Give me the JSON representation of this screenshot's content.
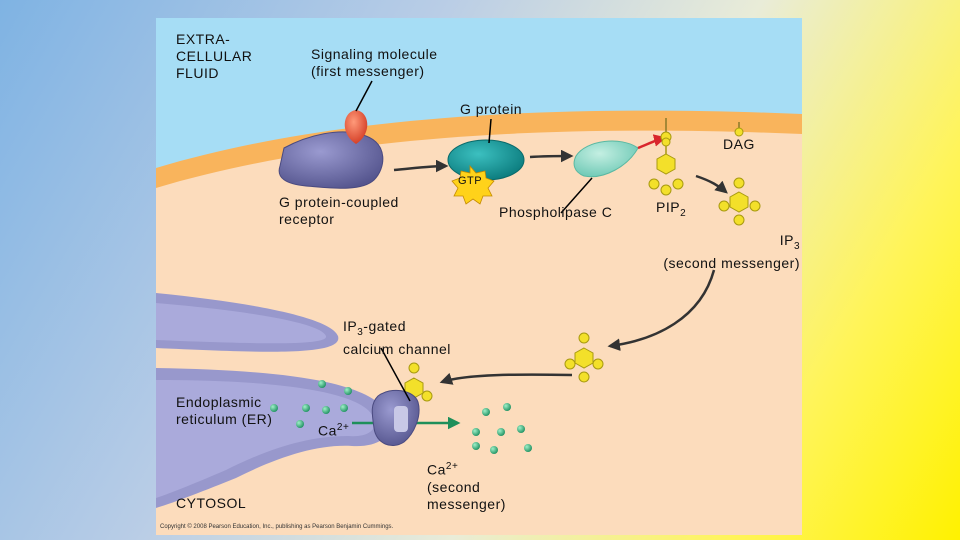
{
  "labels": {
    "extracellular_fluid": [
      "EXTRA-",
      "CELLULAR",
      "FLUID"
    ],
    "signaling_molecule": [
      "Signaling molecule",
      "(first messenger)"
    ],
    "g_protein": "G protein",
    "dag": "DAG",
    "gtp": "GTP",
    "gpcr": [
      "G protein-coupled",
      "receptor"
    ],
    "phospholipase_c": "Phospholipase C",
    "pip2": {
      "text": "PIP",
      "sub": "2"
    },
    "ip3": {
      "text": "IP",
      "sub": "3",
      "note": "(second messenger)"
    },
    "ip3_gated_channel": {
      "text": "IP",
      "sub": "3",
      "rest": "-gated",
      "line2": "calcium channel"
    },
    "er": [
      "Endoplasmic",
      "reticulum (ER)"
    ],
    "ca_er": {
      "text": "Ca",
      "sup": "2+"
    },
    "ca_cytosol": {
      "text": "Ca",
      "sup": "2+",
      "line2": "(second",
      "line3": "messenger)"
    },
    "cytosol": "CYTOSOL",
    "copyright": "Copyright © 2008 Pearson Education, Inc., publishing as Pearson Benjamin Cummings."
  },
  "colors": {
    "extracellular": "#a6ddf5",
    "membrane": "#f9b45c",
    "cytosol": "#fcdcbc",
    "er": "#9898cc",
    "receptor": "#6a6aa8",
    "signal": "#e8543a",
    "g_protein": "#129a9a",
    "phospholipase": "#8ad8c4",
    "gtp": "#ffd21a",
    "molecule": "#f3e02a",
    "calcium": "#2ea876",
    "arrow": "#333333",
    "ca_arrow": "#1e8f5a",
    "dag_arrow": "#d9262c"
  }
}
